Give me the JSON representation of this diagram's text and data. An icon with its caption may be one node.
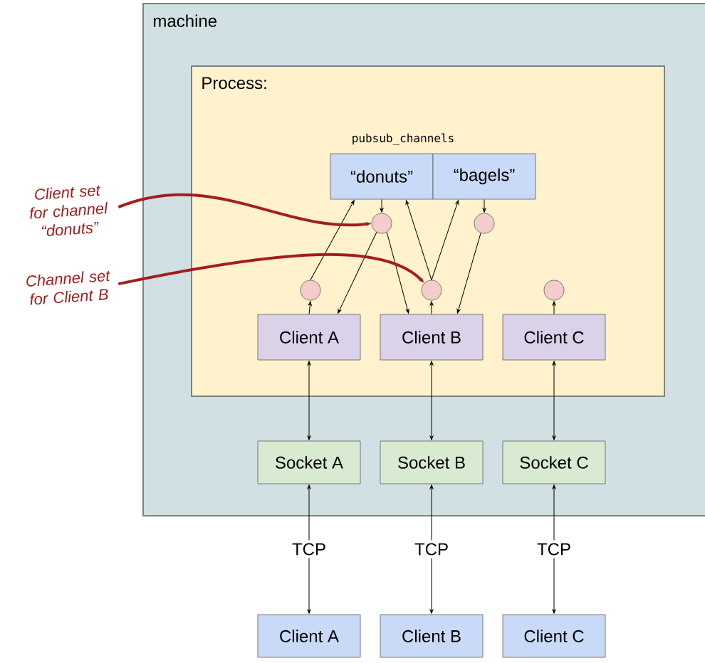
{
  "diagram": {
    "nodes": [
      {
        "text": [
          "machine"
        ]
      },
      {
        "text": [
          "Process:"
        ],
        "in": 0
      },
      {
        "text": [
          "“donuts”"
        ],
        "in": 1
      },
      {
        "text": [
          "“bagels”"
        ],
        "in": 1
      },
      {
        "text": [],
        "shape": "circle",
        "in": 1
      },
      {
        "text": [],
        "shape": "circle",
        "in": 1
      },
      {
        "text": [],
        "shape": "circle",
        "in": 1
      },
      {
        "text": [],
        "shape": "circle",
        "in": 1
      },
      {
        "text": [],
        "shape": "circle",
        "in": 1
      },
      {
        "text": [
          "Client A"
        ],
        "in": 1
      },
      {
        "text": [
          "Client B"
        ],
        "in": 1
      },
      {
        "text": [
          "Client C"
        ],
        "in": 1
      },
      {
        "text": [
          "Socket A"
        ],
        "in": 0
      },
      {
        "text": [
          "Socket B"
        ],
        "in": 0
      },
      {
        "text": [
          "Socket C"
        ],
        "in": 0
      },
      {
        "text": [
          "Client A"
        ]
      },
      {
        "text": [
          "Client B"
        ]
      },
      {
        "text": [
          "Client C"
        ]
      },
      {
        "text": [
          "Client set for channel “donuts”"
        ]
      },
      {
        "text": [
          "Channel set for Client B"
        ]
      }
    ],
    "edges": [
      {
        "from": 6,
        "to": 2,
        "arrow": "to"
      },
      {
        "from": 9,
        "to": 6,
        "arrow": "to"
      },
      {
        "from": 4,
        "to": 9,
        "arrow": "to"
      },
      {
        "from": 4,
        "to": 10,
        "arrow": "to"
      },
      {
        "from": 2,
        "to": 4,
        "arrow": "to"
      },
      {
        "from": 7,
        "to": 2,
        "arrow": "to"
      },
      {
        "from": 7,
        "to": 3,
        "arrow": "to"
      },
      {
        "from": 10,
        "to": 7,
        "arrow": "to"
      },
      {
        "from": 3,
        "to": 5,
        "arrow": "to"
      },
      {
        "from": 5,
        "to": 10,
        "arrow": "to"
      },
      {
        "from": 11,
        "to": 8,
        "arrow": "to"
      },
      {
        "from": 9,
        "to": 12,
        "arrow": "both"
      },
      {
        "from": 10,
        "to": 13,
        "arrow": "both"
      },
      {
        "from": 11,
        "to": 14,
        "arrow": "both"
      },
      {
        "from": 12,
        "to": 15,
        "arrow": "both",
        "label": "TCP"
      },
      {
        "from": 13,
        "to": 16,
        "arrow": "both",
        "label": "TCP"
      },
      {
        "from": 14,
        "to": 17,
        "arrow": "both",
        "label": "TCP"
      },
      {
        "from": 18,
        "to": 4,
        "arrow": "to",
        "style": "thick",
        "color": "#a61c1c"
      },
      {
        "from": 19,
        "to": 7,
        "arrow": "to",
        "style": "thick",
        "color": "#a61c1c"
      }
    ],
    "labels": [
      "pubsub_channels"
    ]
  }
}
